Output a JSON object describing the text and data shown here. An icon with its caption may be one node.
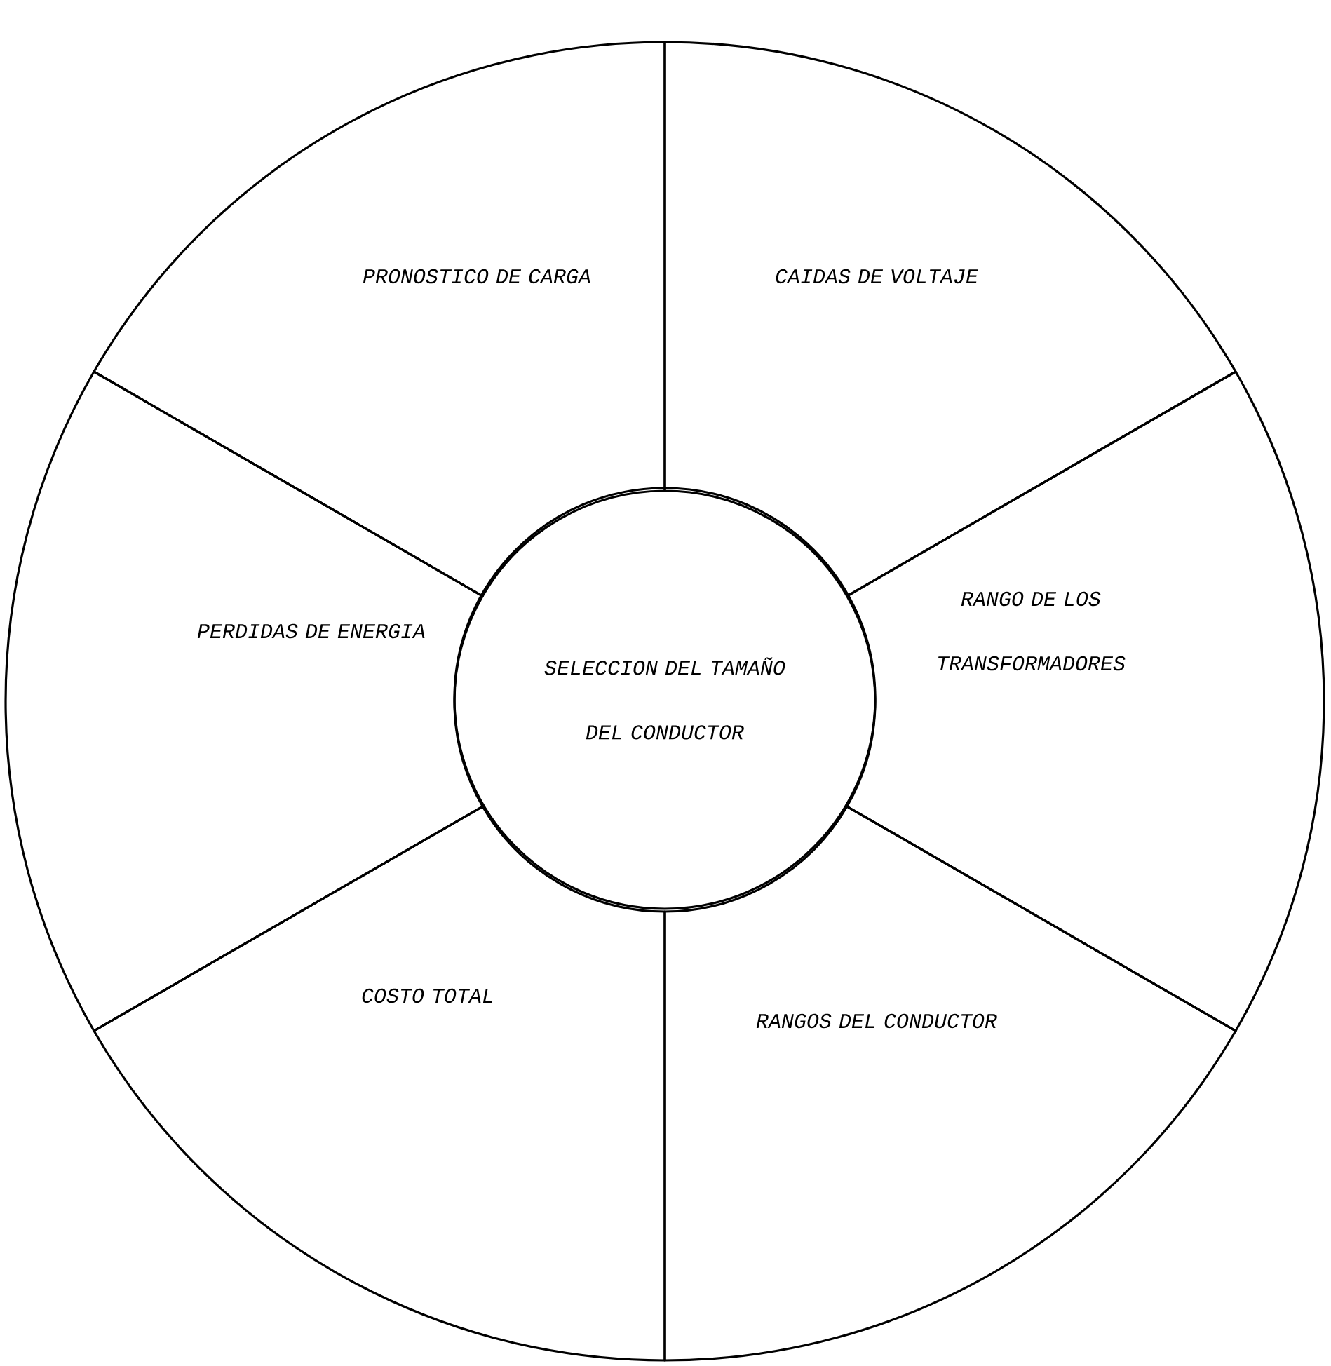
{
  "diagram": {
    "nodes": [
      {
        "text": [
          "SELECCION DEL TAMAÑO DEL CONDUCTOR"
        ]
      },
      {
        "text": [
          "PRONOSTICO DE CARGA"
        ]
      },
      {
        "text": [
          "CAIDAS DE VOLTAJE"
        ]
      },
      {
        "text": [
          "RANGO DE LOS TRANSFORMADORES"
        ]
      },
      {
        "text": [
          "RANGOS DEL CONDUCTOR"
        ]
      },
      {
        "text": [
          "COSTO TOTAL"
        ]
      },
      {
        "text": [
          "PERDIDAS DE ENERGIA"
        ]
      }
    ]
  }
}
